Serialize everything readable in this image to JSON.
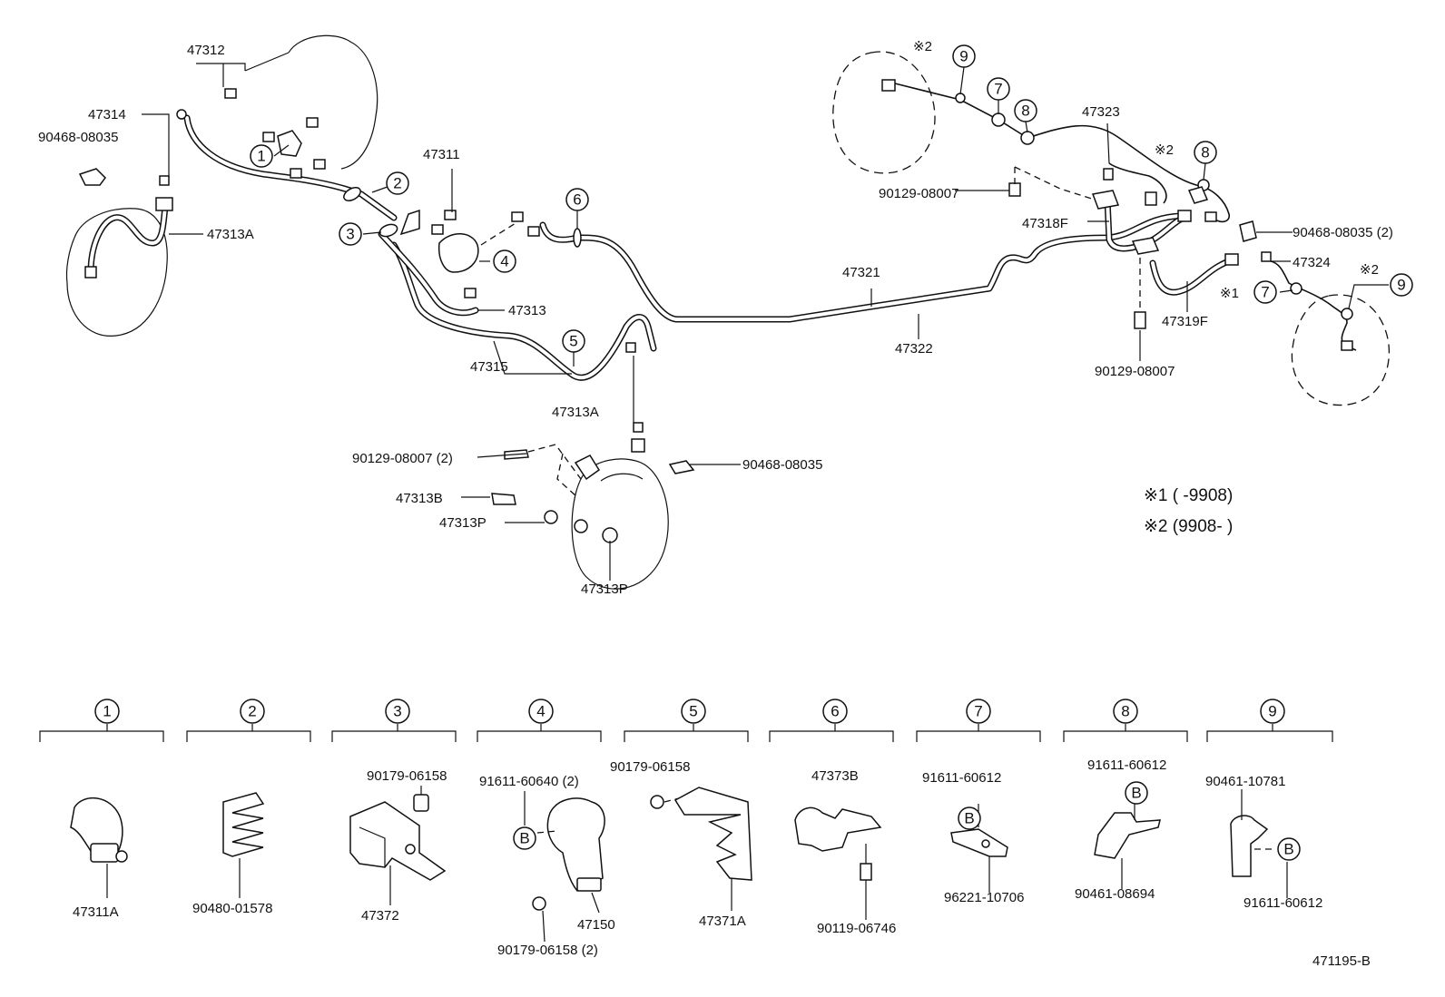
{
  "labels": {
    "p47312": "47312",
    "p47314": "47314",
    "p90468_tl": "90468-08035",
    "p47313A_l": "47313A",
    "p47311": "47311",
    "p47313": "47313",
    "p47315": "47315",
    "p47313A_c": "47313A",
    "p90129_c": "90129-08007 (2)",
    "p47313B": "47313B",
    "p47313P_a": "47313P",
    "p47313P_b": "47313P",
    "p90468_c": "90468-08035",
    "p47321": "47321",
    "p47322": "47322",
    "p47323": "47323",
    "p90129_r1": "90129-08007",
    "p47318F": "47318F",
    "p90468_r": "90468-08035 (2)",
    "p47324": "47324",
    "p47319F": "47319F",
    "p90129_r2": "90129-08007"
  },
  "marks": {
    "note1_mark": "※1",
    "note2_mark": "※2"
  },
  "notes": {
    "note1": "※1  (       -9908)",
    "note2": "※2  (9908-        )"
  },
  "callouts": [
    "1",
    "2",
    "3",
    "4",
    "5",
    "6",
    "7",
    "8",
    "9"
  ],
  "details": {
    "d1": {
      "num": "1",
      "parts": [
        "47311A"
      ]
    },
    "d2": {
      "num": "2",
      "parts": [
        "90480-01578"
      ]
    },
    "d3": {
      "num": "3",
      "parts": [
        "90179-06158",
        "47372"
      ]
    },
    "d4": {
      "num": "4",
      "parts": [
        "91611-60640 (2)",
        "B",
        "47150",
        "90179-06158 (2)"
      ]
    },
    "d5": {
      "num": "5",
      "parts": [
        "90179-06158",
        "47371A"
      ]
    },
    "d6": {
      "num": "6",
      "parts": [
        "47373B",
        "90119-06746"
      ]
    },
    "d7": {
      "num": "7",
      "parts": [
        "91611-60612",
        "B",
        "96221-10706"
      ]
    },
    "d8": {
      "num": "8",
      "parts": [
        "91611-60612",
        "B",
        "90461-08694"
      ]
    },
    "d9": {
      "num": "9",
      "parts": [
        "90461-10781",
        "B",
        "91611-60612"
      ]
    }
  },
  "drawing_id": "471195-B"
}
